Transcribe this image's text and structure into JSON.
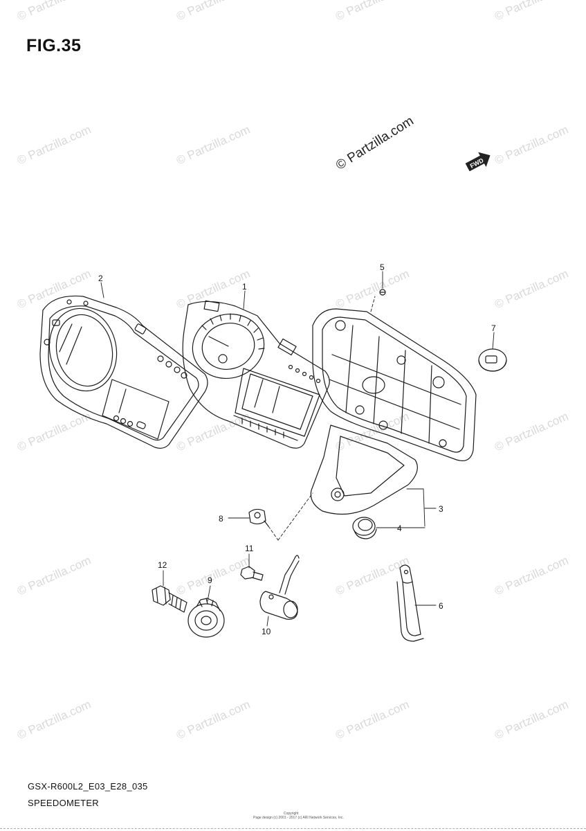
{
  "figure": {
    "title": "FIG.35"
  },
  "watermark": {
    "text": "© Partzilla.com",
    "dark_text": "© Partzilla.com",
    "color": "#d9d9d9"
  },
  "fwd_icon": {
    "label": "FWD"
  },
  "callouts": {
    "c1": "1",
    "c2": "2",
    "c3": "3",
    "c4": "4",
    "c5": "5",
    "c6": "6",
    "c7": "7",
    "c8": "8",
    "c9": "9",
    "c10": "10",
    "c11": "11",
    "c12": "12"
  },
  "footer": {
    "model_code": "GSX-R600L2_E03_E28_035",
    "section_name": "SPEEDOMETER",
    "copyright_line1": "Copyright",
    "copyright_line2": "Page design (c) 2001 - 2017 (c) ARI Network Services, Inc."
  }
}
